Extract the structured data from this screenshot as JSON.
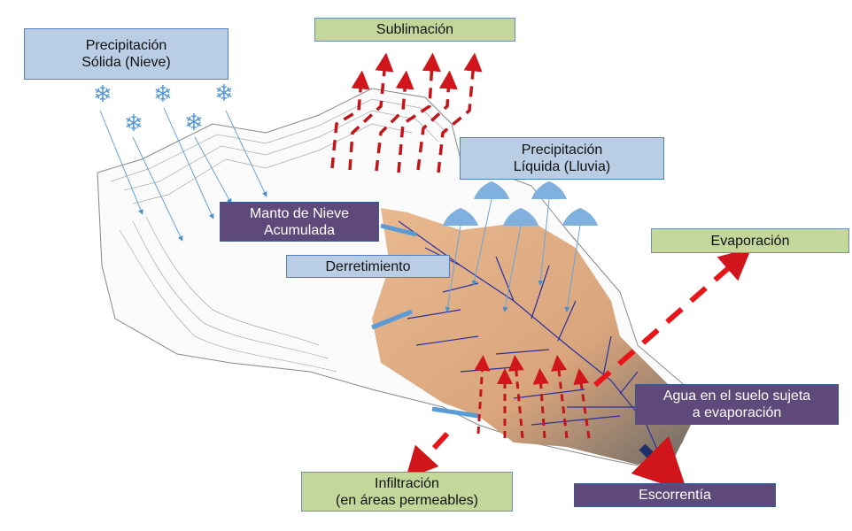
{
  "labels": {
    "precip_solida": [
      "Precipitación",
      "Sólida (Nieve)"
    ],
    "sublimacion": "Sublimación",
    "precip_liquida": [
      "Precipitación",
      "Líquida (Lluvia)"
    ],
    "manto_nieve": [
      "Manto de Nieve",
      "Acumulada"
    ],
    "derretimiento": "Derretimiento",
    "evaporacion": "Evaporación",
    "agua_suelo": [
      "Agua en el suelo sujeta",
      "a evaporación"
    ],
    "infiltracion": [
      "Infiltración",
      "(en áreas permeables)"
    ],
    "escorrentia": "Escorrentía"
  },
  "colors": {
    "blue_box": "#b9cde5",
    "green_box": "#c4d79b",
    "purple_box": "#5f497a",
    "red_arrow": "#e0161b",
    "terrain_tan": "#e8b48a",
    "river": "#2b2fa0"
  },
  "icons": [
    "snowflake-icon",
    "raindrop-icon",
    "dashed-arrow-icon"
  ]
}
